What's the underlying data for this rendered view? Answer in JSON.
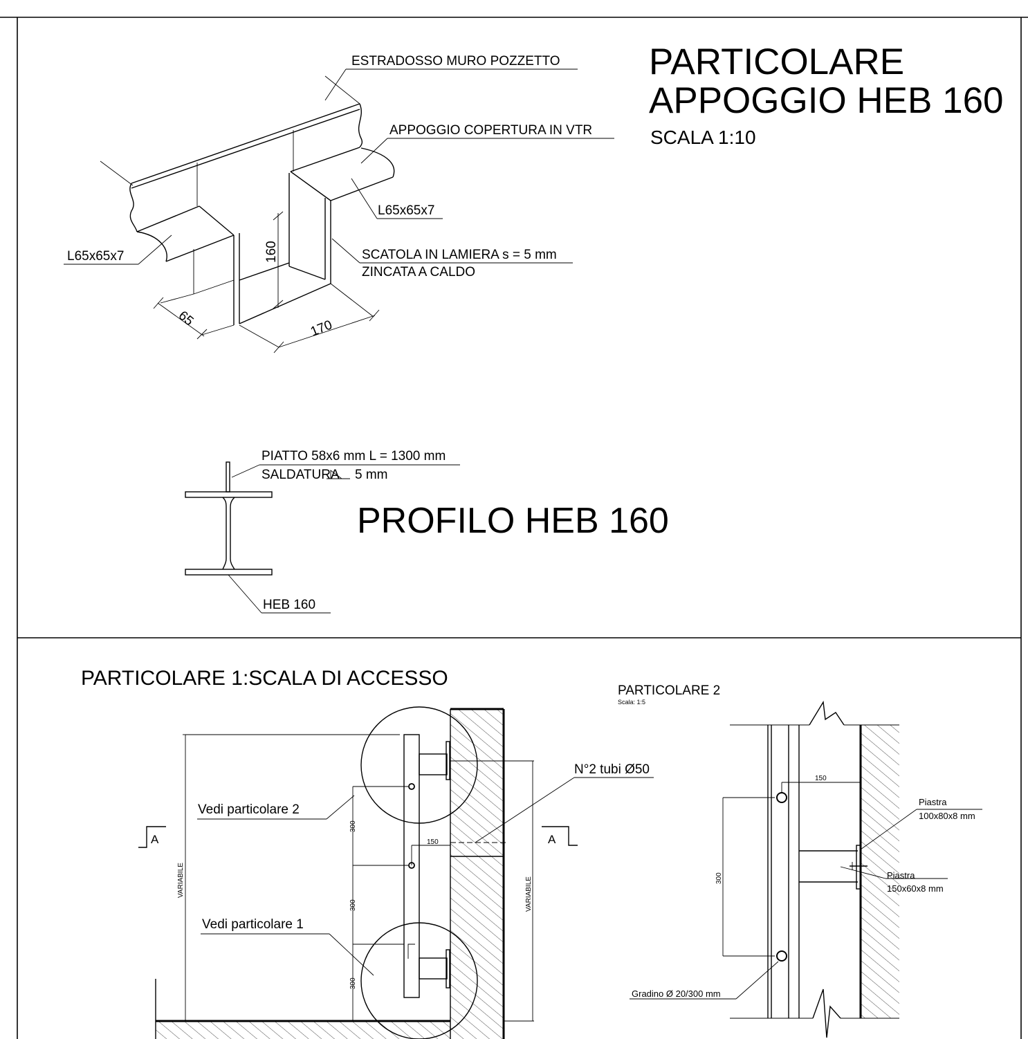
{
  "detail_top": {
    "title_line1": "PARTICOLARE",
    "title_line2": "APPOGGIO HEB 160",
    "scale": "SCALA 1:10",
    "labels": {
      "estradosso": "ESTRADOSSO MURO POZZETTO",
      "appoggio": "APPOGGIO COPERTURA IN VTR",
      "angle_right": "L65x65x7",
      "angle_left": "L65x65x7",
      "scatola_1": "SCATOLA IN LAMIERA s = 5 mm",
      "scatola_2": "ZINCATA A CALDO"
    },
    "dims": {
      "height": "160",
      "depth": "65",
      "width": "170"
    }
  },
  "profile": {
    "title": "PROFILO HEB 160",
    "piatto": "PIATTO 58x6 mm L = 1300 mm",
    "saldatura": "SALDATURA",
    "saldatura_size": "5 mm",
    "section_label": "HEB 160"
  },
  "ladder": {
    "title": "PARTICOLARE 1:SCALA DI ACCESSO",
    "tubi": "N°2 tubi Ø50",
    "vedi_2": "Vedi particolare 2",
    "vedi_1": "Vedi particolare 1",
    "section_mark": "A",
    "variabile": "VARIABILE",
    "dim_300": "300",
    "dim_150": "150"
  },
  "detail2": {
    "title": "PARTICOLARE 2",
    "scale": "Scala: 1:5",
    "dim_150": "150",
    "dim_300": "300",
    "piastra_1_name": "Piastra",
    "piastra_1_size": "100x80x8 mm",
    "piastra_2_name": "Piastra",
    "piastra_2_size": "150x60x8 mm",
    "gradino": "Gradino Ø 20/300 mm"
  }
}
